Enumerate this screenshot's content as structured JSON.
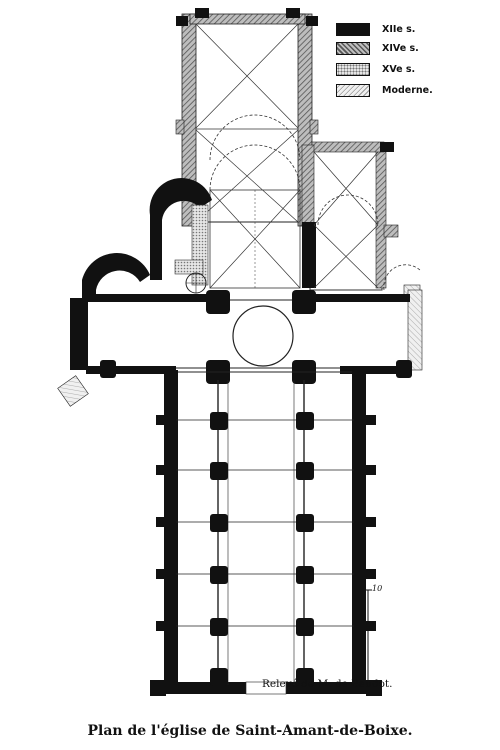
{
  "legend": [
    {
      "label": "XIIe s.",
      "color": "#111111",
      "pattern": "solid"
    },
    {
      "label": "XIVe s.",
      "color": "#8a8a8a",
      "pattern": "dense-hatch"
    },
    {
      "label": "XVe s.",
      "color": "#c8c8c8",
      "pattern": "dots"
    },
    {
      "label": "Moderne.",
      "color": "#e2e2e2",
      "pattern": "light-hatch"
    }
  ],
  "credit": "Relevé de M. de Baudot.",
  "caption": "Plan de l'église de Saint-Amant-de-Boixe.",
  "scale_label": "10"
}
